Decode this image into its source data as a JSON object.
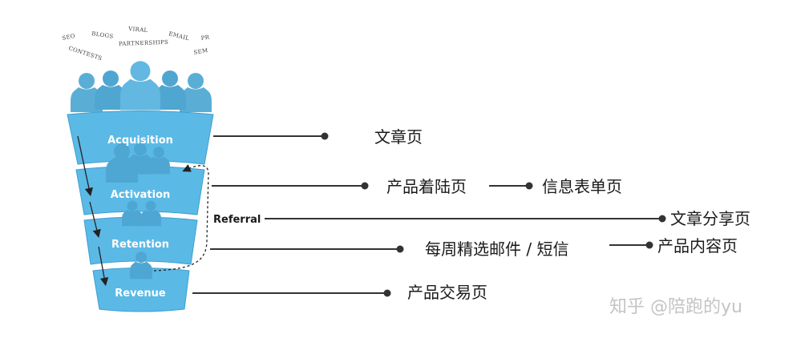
{
  "channels": [
    "SEO",
    "BLOGS",
    "VIRAL",
    "EMAIL",
    "PR",
    "CONTESTS",
    "PARTNERSHIPS",
    "SEM"
  ],
  "stages": {
    "acquisition": "Acquisition",
    "activation": "Activation",
    "retention": "Retention",
    "revenue": "Revenue"
  },
  "referral_label": "Referral",
  "pages": {
    "acquisition_page": "文章页",
    "activation_page": "产品着陆页",
    "activation_next_page": "信息表单页",
    "referral_page": "文章分享页",
    "retention_page": "每周精选邮件 / 短信",
    "retention_next_page": "产品内容页",
    "revenue_page": "产品交易页"
  },
  "watermark": "知乎 @陪跑的yu",
  "colors": {
    "funnel_blue": "#5bb9e6",
    "funnel_edge": "#3e9fd0",
    "people_blue": "#5aaed6",
    "line": "#333333"
  }
}
